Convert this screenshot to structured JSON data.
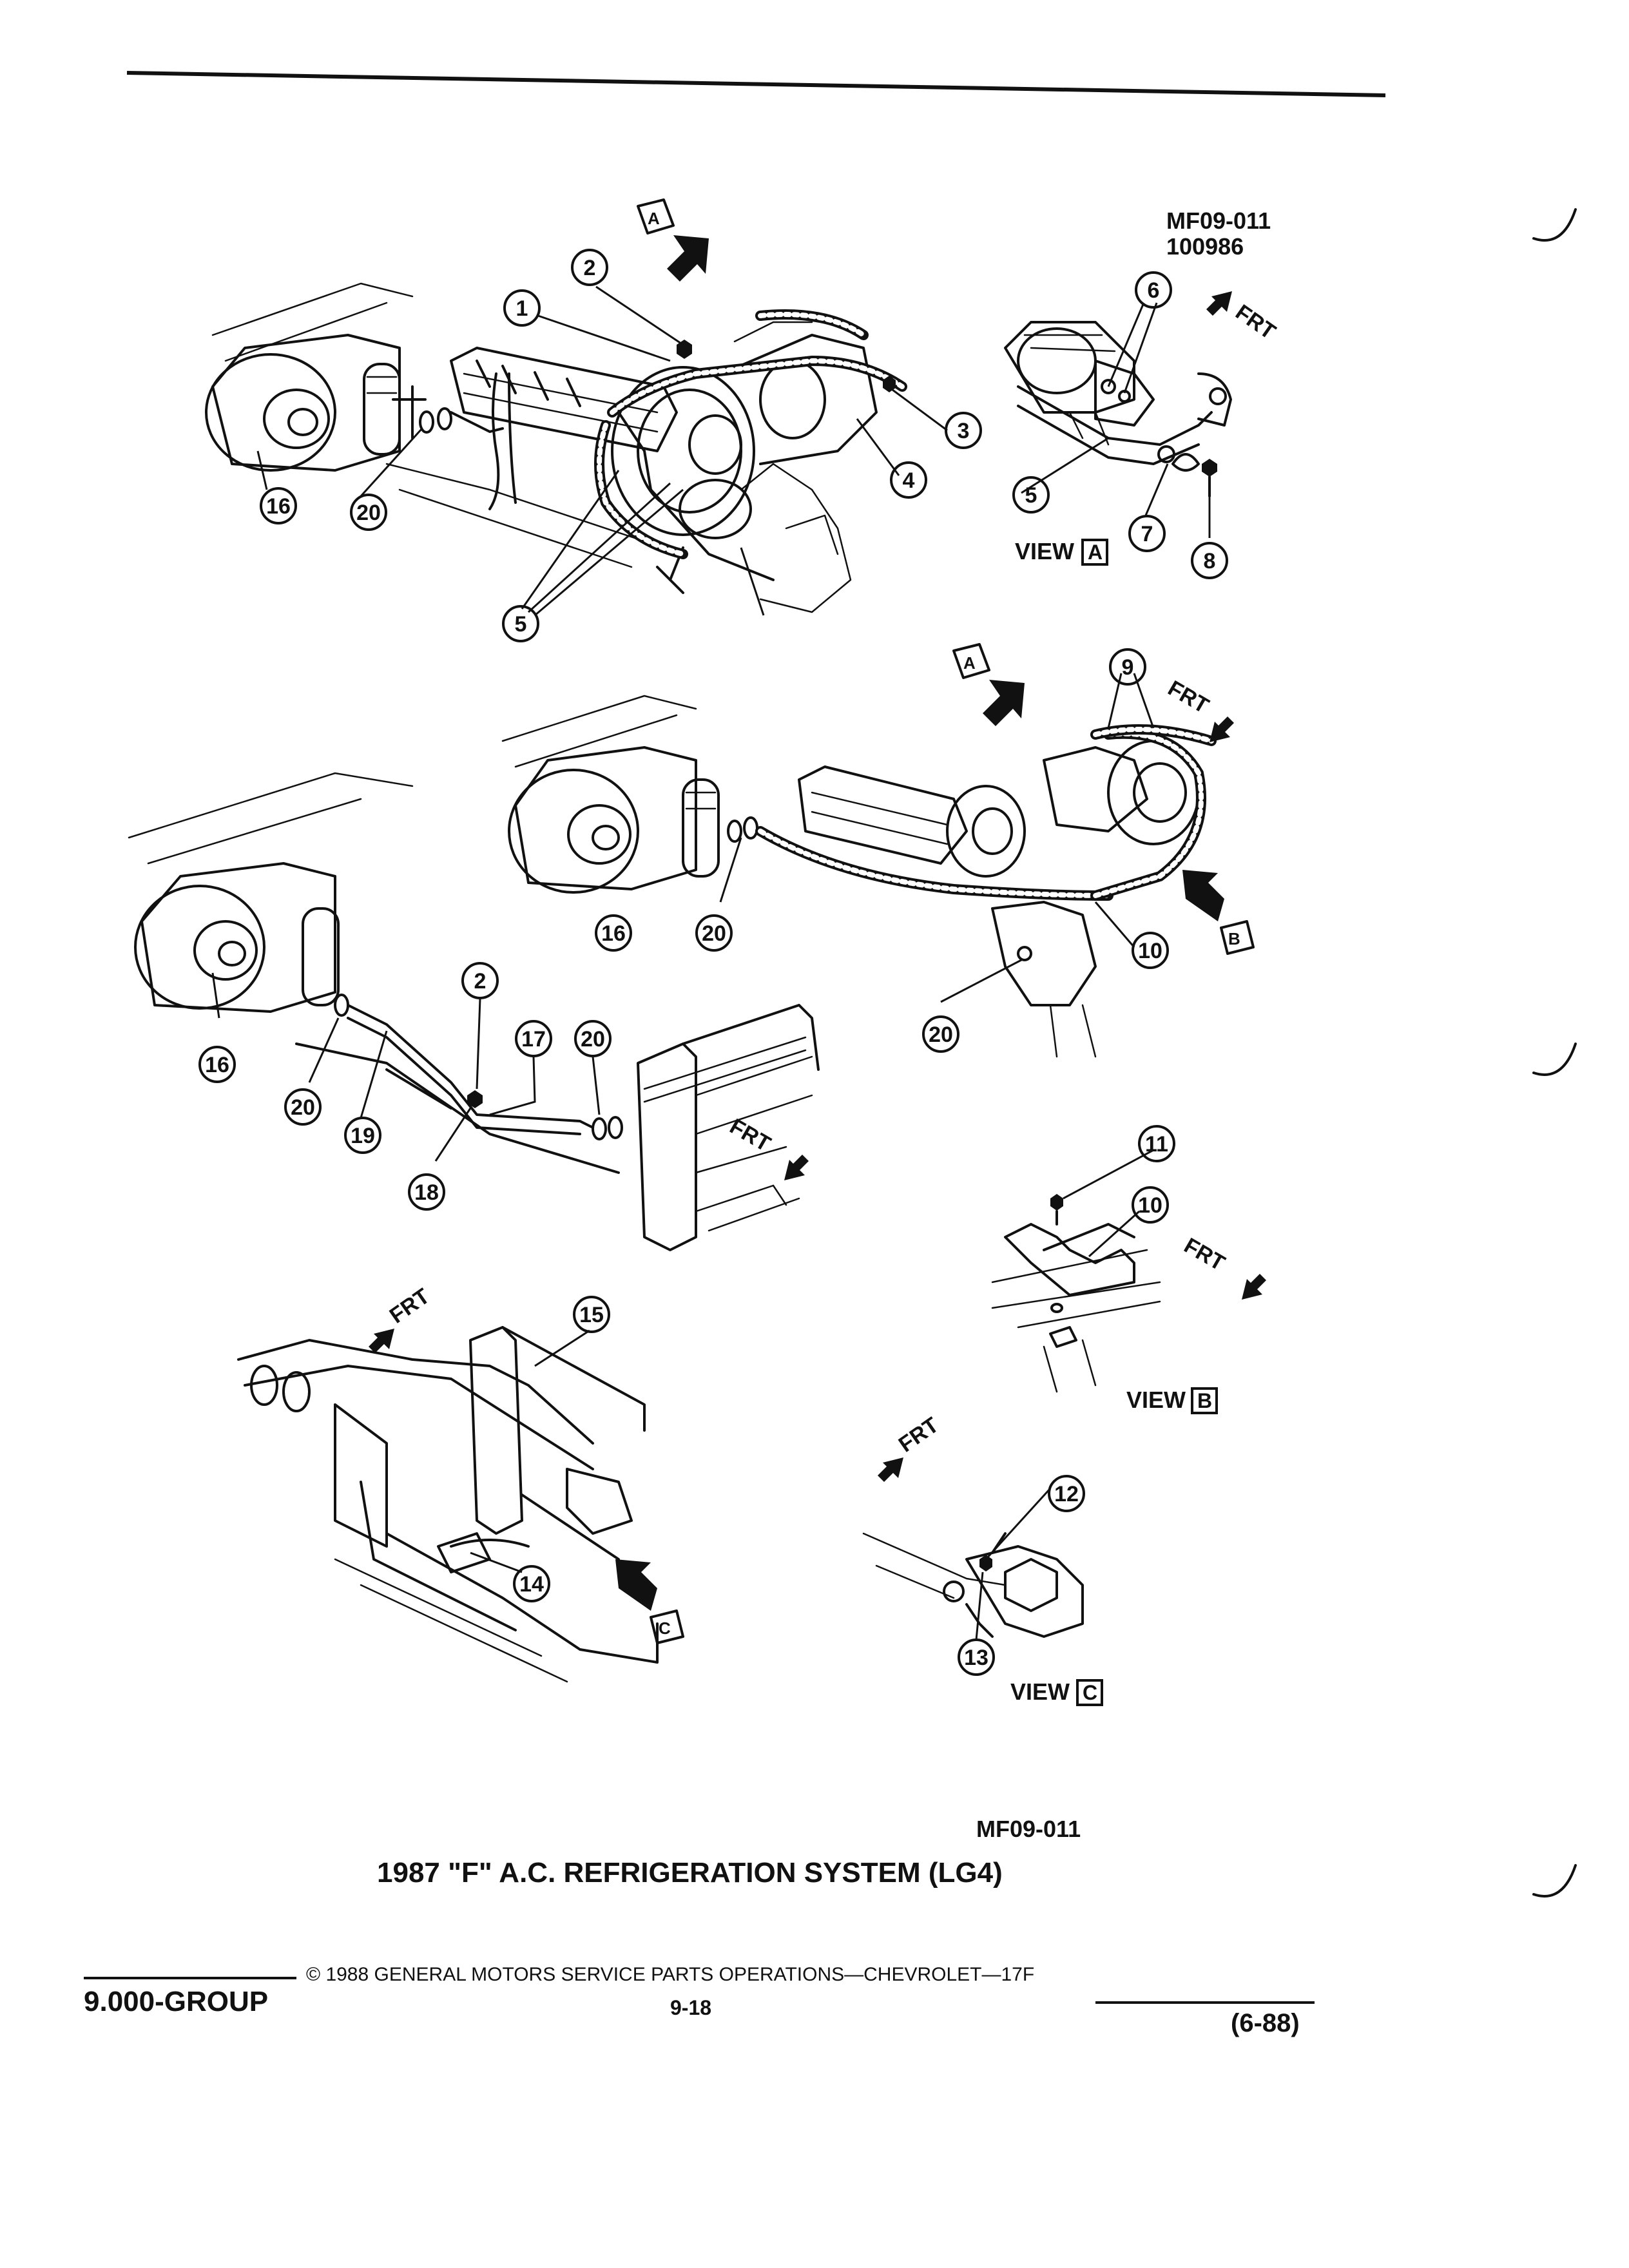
{
  "header": {
    "figure_code_top": "MF09-011",
    "figure_date": "100986"
  },
  "figure": {
    "code_bottom": "MF09-011",
    "caption": "1987 \"F\" A.C. REFRIGERATION SYSTEM (LG4)"
  },
  "labels": {
    "view_a": "VIEW",
    "view_a_letter": "A",
    "view_b": "VIEW",
    "view_b_letter": "B",
    "view_c": "VIEW",
    "view_c_letter": "C",
    "frt": "FRT",
    "arrow_a": "A",
    "arrow_b": "B",
    "arrow_c": "C"
  },
  "callouts": {
    "c1": "1",
    "c2": "2",
    "c3": "3",
    "c4": "4",
    "c5": "5",
    "c6": "6",
    "c7": "7",
    "c8": "8",
    "c9": "9",
    "c10": "10",
    "c11": "11",
    "c12": "12",
    "c13": "13",
    "c14": "14",
    "c15": "15",
    "c16": "16",
    "c17": "17",
    "c18": "18",
    "c19": "19",
    "c20": "20"
  },
  "footer": {
    "group": "9.000-GROUP",
    "copyright": "© 1988 GENERAL MOTORS SERVICE PARTS OPERATIONS—CHEVROLET—17F",
    "page_number": "9-18",
    "revision": "(6-88)"
  }
}
